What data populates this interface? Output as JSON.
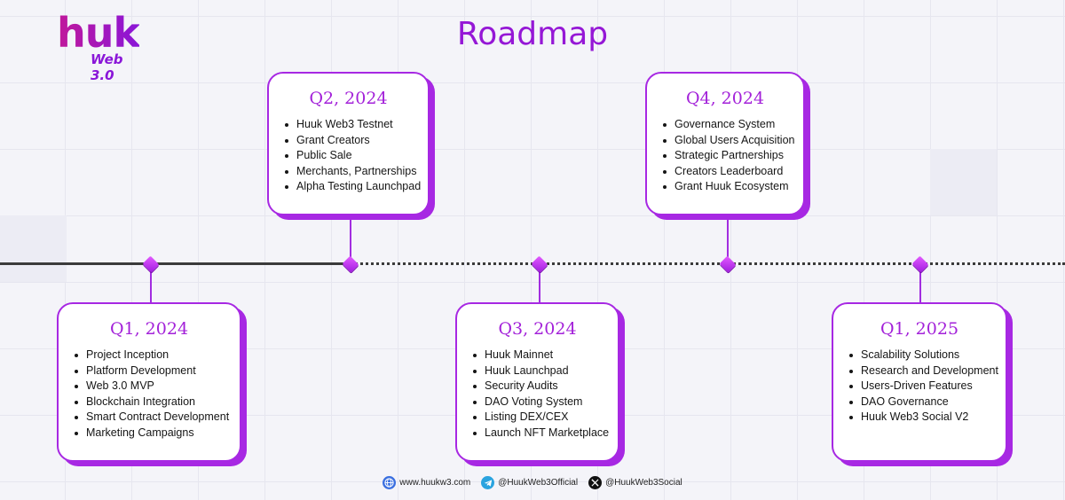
{
  "brand": {
    "logo_text": "huk",
    "logo_sub": "Web 3.0"
  },
  "title": "Roadmap",
  "milestones": [
    {
      "period": "Q1, 2024",
      "items": [
        "Project Inception",
        "Platform Development",
        "Web 3.0 MVP",
        "Blockchain Integration",
        "Smart Contract Development",
        "Marketing Campaigns"
      ]
    },
    {
      "period": "Q2, 2024",
      "items": [
        "Huuk Web3 Testnet",
        "Grant Creators",
        "Public Sale",
        "Merchants, Partnerships",
        "Alpha Testing Launchpad"
      ]
    },
    {
      "period": "Q3, 2024",
      "items": [
        "Huuk Mainnet",
        "Huuk Launchpad",
        "Security Audits",
        "DAO Voting System",
        "Listing DEX/CEX",
        "Launch NFT Marketplace"
      ]
    },
    {
      "period": "Q4, 2024",
      "items": [
        "Governance System",
        "Global Users Acquisition",
        "Strategic Partnerships",
        "Creators Leaderboard",
        "Grant Huuk Ecosystem"
      ]
    },
    {
      "period": "Q1, 2025",
      "items": [
        "Scalability Solutions",
        "Research and Development",
        "Users-Driven Features",
        "DAO Governance",
        "Huuk Web3 Social V2"
      ]
    }
  ],
  "footer": {
    "website": "www.huukw3.com",
    "telegram": "@HuukWeb3Official",
    "x": "@HuukWeb3Social"
  },
  "colors": {
    "accent": "#a728e3",
    "title": "#9517d6",
    "timeline": "#3b3b3b"
  },
  "icons": {
    "website": "globe-icon",
    "telegram": "telegram-icon",
    "x": "x-logo-icon",
    "node": "cube-icon"
  }
}
